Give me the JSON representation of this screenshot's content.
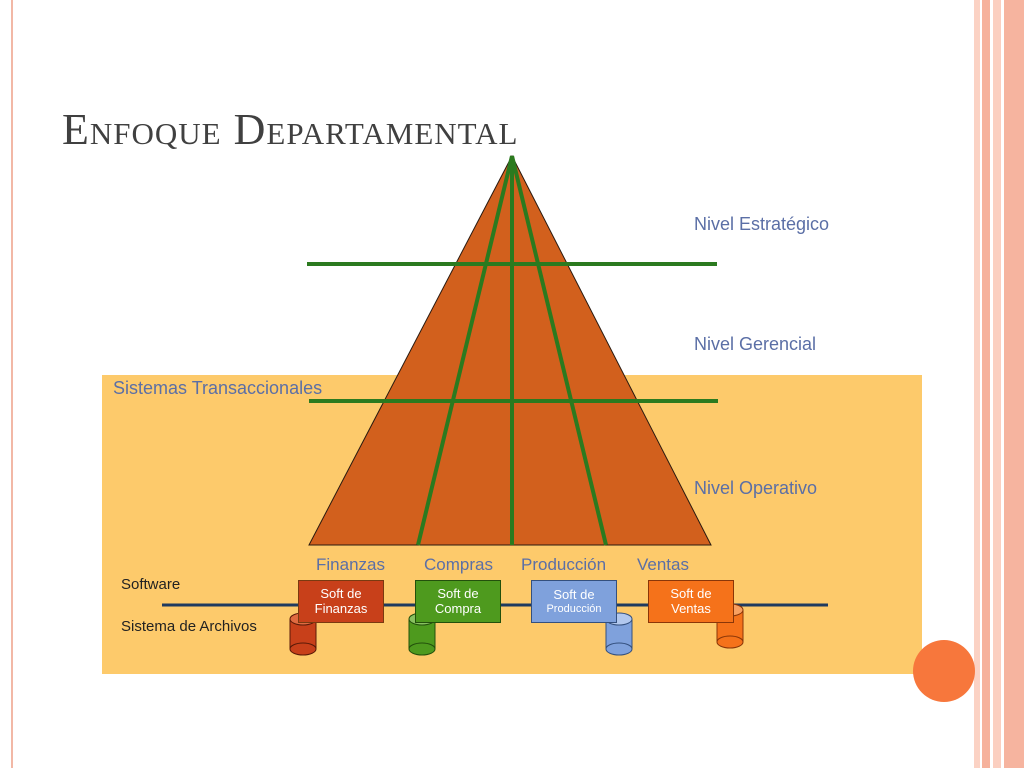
{
  "title": "Enfoque Departamental",
  "transactional_label": "Sistemas Transaccionales",
  "levels": {
    "strategic": "Nivel Estratégico",
    "managerial": "Nivel Gerencial",
    "operational": "Nivel Operativo"
  },
  "departments": [
    "Finanzas",
    "Compras",
    "Producción",
    "Ventas"
  ],
  "software_label": "Software",
  "files_label": "Sistema de Archivos",
  "soft_boxes": [
    {
      "line1": "Soft de",
      "line2": "Finanzas",
      "color": "#c8401a"
    },
    {
      "line1": "Soft de",
      "line2": "Compra",
      "color": "#4e9a1e"
    },
    {
      "line1": "Soft de",
      "line2": "Producción",
      "color": "#7fa1dc"
    },
    {
      "line1": "Soft de",
      "line2": "Ventas",
      "color": "#f5721a"
    }
  ],
  "colors": {
    "pyramid": "#d2601d",
    "grid_lines": "#2b7a1f",
    "transactional_bg": "#fdca6b",
    "label_blue": "#5b6fa6",
    "accent_circle": "#f7773c"
  }
}
